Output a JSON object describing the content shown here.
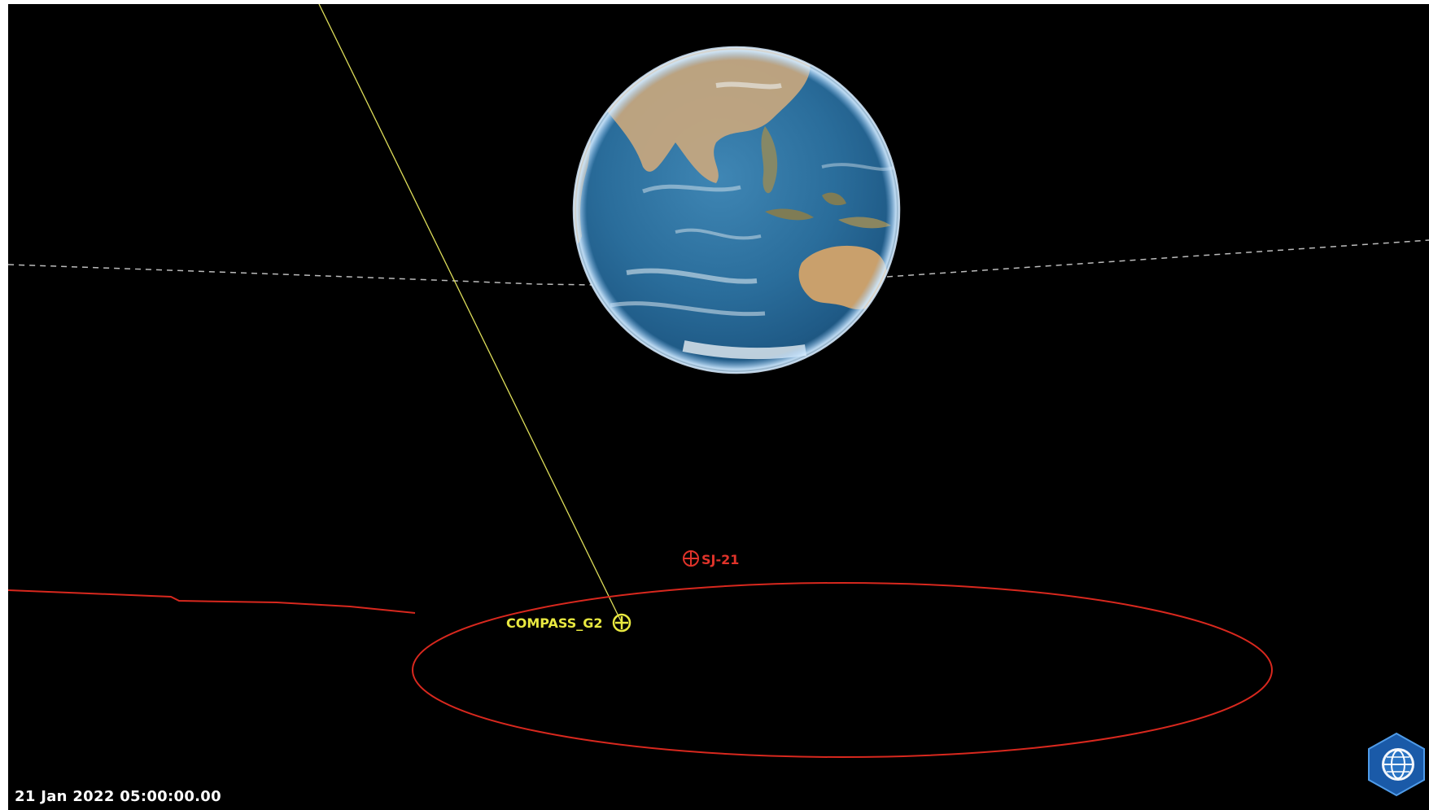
{
  "scene": {
    "satellites": [
      {
        "id": "compass",
        "label": "COMPASS_G2",
        "color": "#e8e840"
      },
      {
        "id": "sj21",
        "label": "SJ-21",
        "color": "#e0332a"
      }
    ],
    "orbit_color": "#d8281e",
    "link_color": "#dede5a",
    "equator_color": "#bbbbbb"
  },
  "status": {
    "time": "21 Jan 2022 05:00:00.00"
  },
  "icons": {
    "logo": "globe-hexagon-logo-icon",
    "compass_marker": "satellite-target-icon",
    "sj21_marker": "satellite-target-icon"
  }
}
